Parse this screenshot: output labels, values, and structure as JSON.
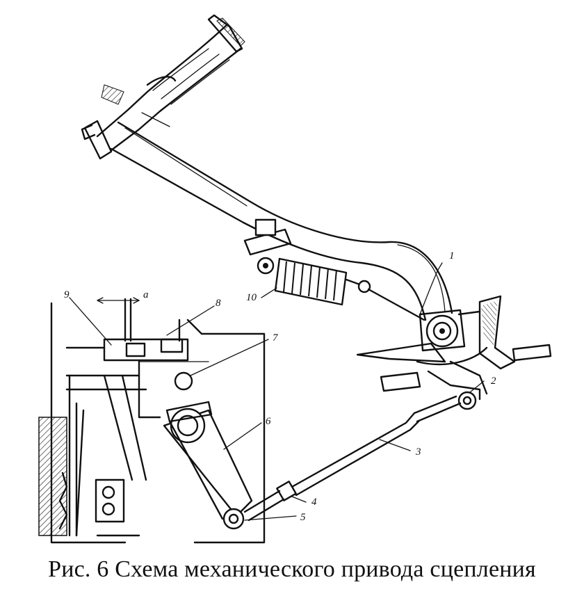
{
  "figure": {
    "caption": "Рис. 6 Схема механического привода сцепления",
    "gap_label": "a",
    "callouts": [
      "1",
      "2",
      "3",
      "4",
      "5",
      "6",
      "7",
      "8",
      "9",
      "10"
    ]
  }
}
